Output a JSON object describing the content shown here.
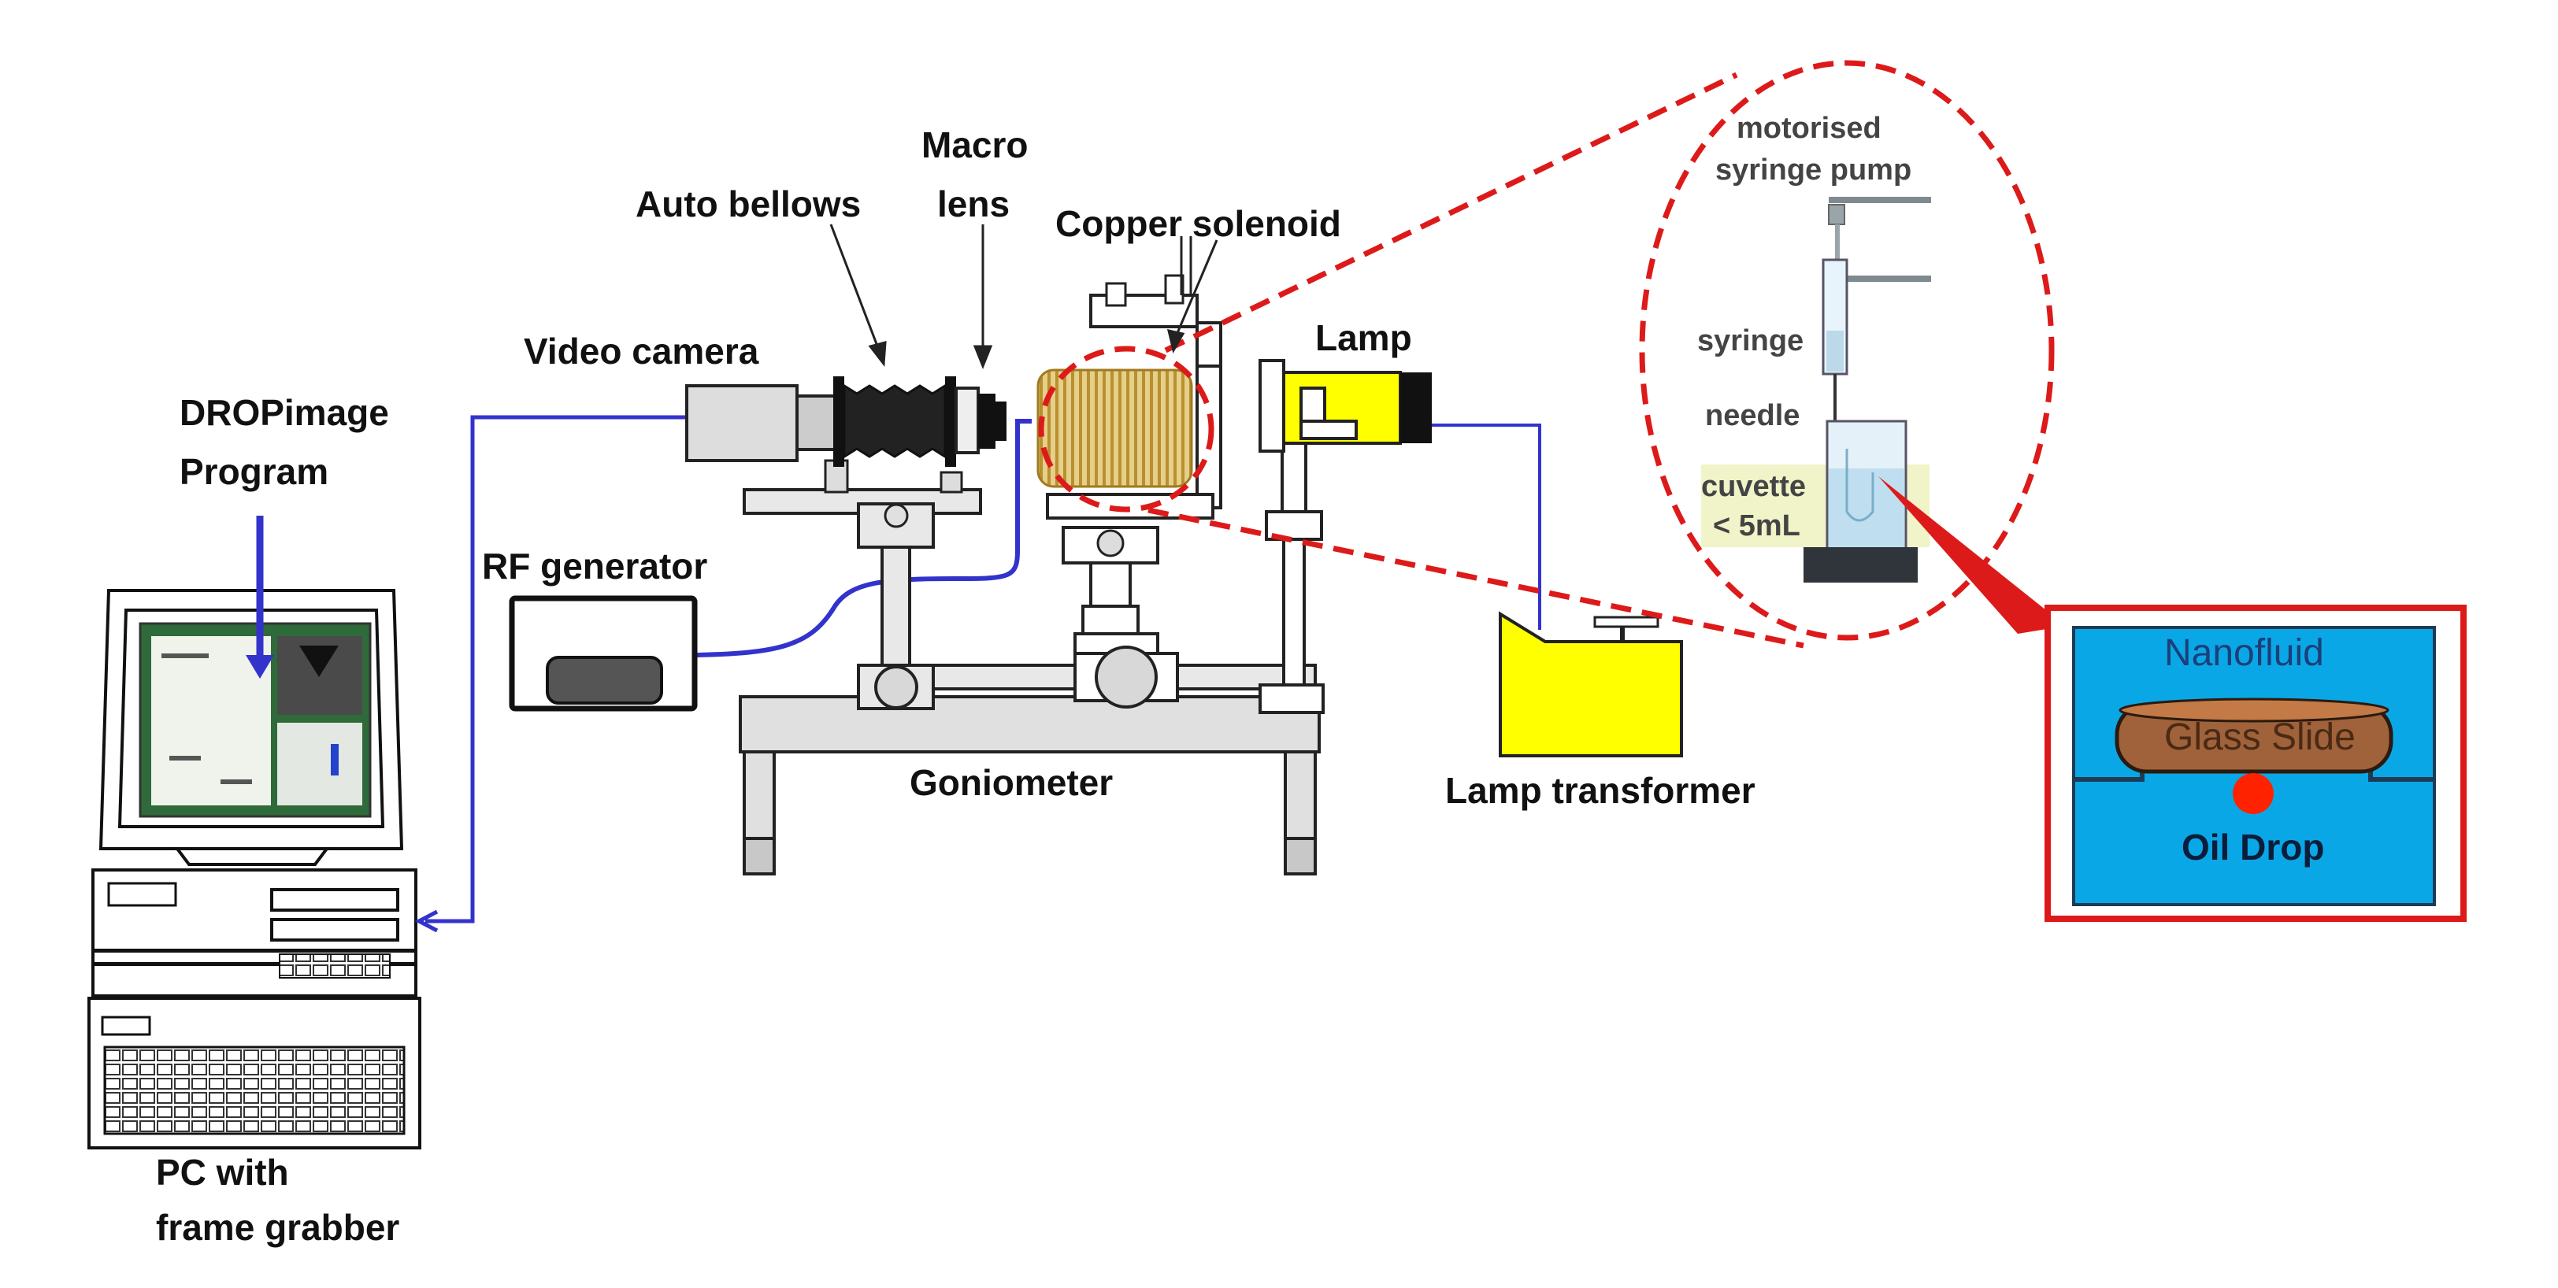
{
  "labels": {
    "dropimage_line1": "DROPimage",
    "dropimage_line2": "Program",
    "pc_line1": "PC with",
    "pc_line2": "frame grabber",
    "rf_generator": "RF generator",
    "video_camera": "Video camera",
    "auto_bellows": "Auto bellows",
    "macro_line1": "Macro",
    "macro_line2": "lens",
    "copper_solenoid": "Copper solenoid",
    "lamp": "Lamp",
    "goniometer": "Goniometer",
    "lamp_transformer": "Lamp transformer"
  },
  "zoom_syringe": {
    "pump_line1": "motorised",
    "pump_line2": "syringe pump",
    "syringe": "syringe",
    "needle": "needle",
    "cuvette_line1": "cuvette",
    "cuvette_line2": "< 5mL"
  },
  "zoom_cuvette": {
    "nanofluid": "Nanofluid",
    "glass_slide": "Glass Slide",
    "oil_drop": "Oil Drop"
  },
  "colors": {
    "wire": "#3333cc",
    "zoom_red": "#dd1a1a",
    "lamp_yellow": "#ffff00",
    "nanofluid_blue": "#0aa7e6",
    "glass_slide_brown": "#a0623a",
    "coil_gold": "#c9a84a"
  }
}
